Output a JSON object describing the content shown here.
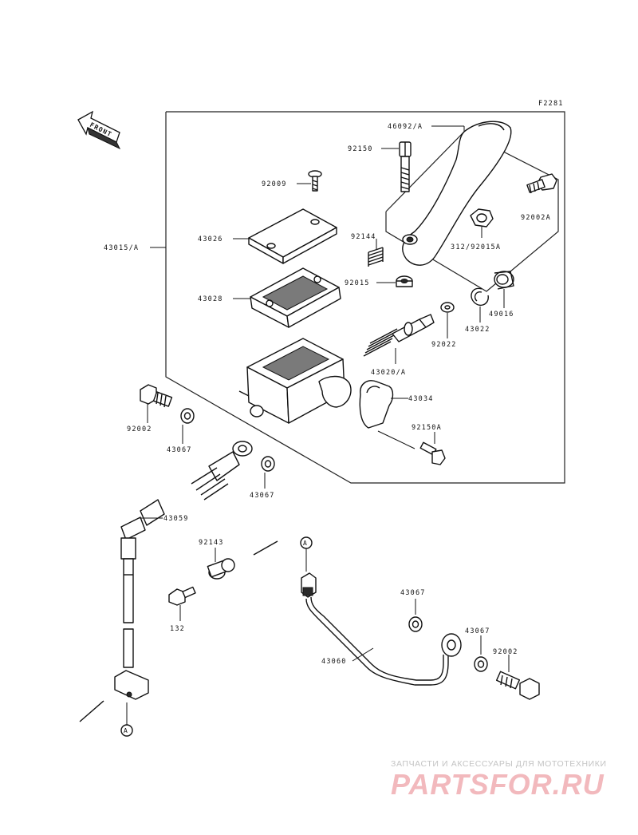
{
  "figure_code": "F2281",
  "front_label": "FRONT",
  "parts": {
    "lever": "46092/A",
    "lever_bolt": "92150",
    "cap_screw": "92009",
    "pivot_bolt_right": "92002A",
    "master_cylinder_assy": "43015/A",
    "reservoir_cap": "43026",
    "spring_small": "92144",
    "lever_nut": "312/92015A",
    "diaphragm": "43028",
    "nut": "92015",
    "boot": "49016",
    "circlip": "43022",
    "washer": "92022",
    "piston_assy": "43020/A",
    "clamp": "43034",
    "clamp_bolt": "92150A",
    "banjo_bolt_left": "92002",
    "gasket_left": "43067",
    "gasket_mid": "43067",
    "hose": "43059",
    "spacer": "92143",
    "bolt_small": "132",
    "gasket_right_top": "43067",
    "gasket_right_bottom": "43067",
    "banjo_bolt_right": "92002",
    "pipe": "43060"
  },
  "connector_marker": "A",
  "watermark": {
    "caption": "ЗАПЧАСТИ И АКСЕССУАРЫ ДЛЯ МОТОТЕХНИКИ",
    "logo": "PARTSFOR.RU"
  }
}
